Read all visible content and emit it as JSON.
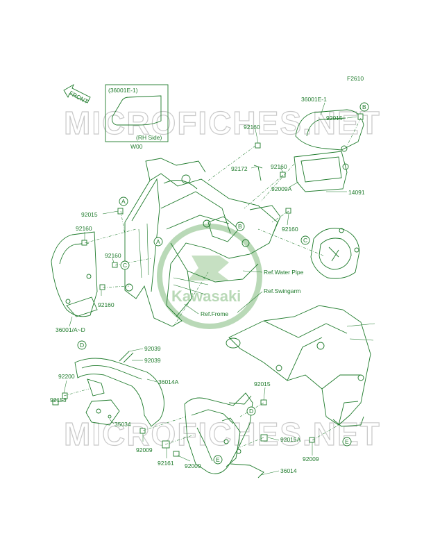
{
  "figure_code": "F2610",
  "watermark_text": "MICROFICHES.NET",
  "logo_text": "Kawasaki",
  "front_arrow_label": "FRONT",
  "inset": {
    "title": "(36001E-1)",
    "side": "(RH Side)",
    "code": "W00"
  },
  "callouts": [
    "A",
    "B",
    "C",
    "D",
    "E"
  ],
  "references": {
    "water_pipe": "Ref.Water Pipe",
    "swingarm": "Ref.Swingarm",
    "frame": "Ref.Frome"
  },
  "parts": {
    "p36001E1": "36001E-1",
    "p92015_tr": "92015",
    "p92160_a": "92160",
    "p92172": "92172",
    "p92160_b": "92160",
    "p92009A": "92009A",
    "p14091": "14091",
    "p92160_c": "92160",
    "p92015_l": "92015",
    "p92160_d": "92160",
    "p92160_e": "92160",
    "p92160_f": "92160",
    "p36001AD": "36001/A~D",
    "p92039_a": "92039",
    "p92039_b": "92039",
    "p92200": "92200",
    "p36014A": "36014A",
    "p92153": "92153",
    "p35034": "35034",
    "p92009_a": "92009",
    "p92161": "92161",
    "p92009_b": "92009",
    "p92015_m": "92015",
    "p92015A": "92015A",
    "p92009_c": "92009",
    "p36014": "36014"
  },
  "colors": {
    "line": "#1d7a2a",
    "watermark": "#c9c9c9",
    "background": "#ffffff"
  }
}
